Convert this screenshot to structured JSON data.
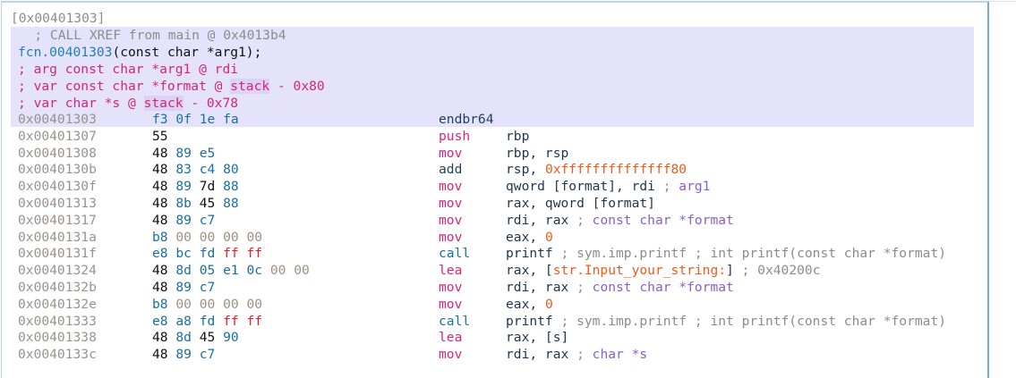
{
  "header": {
    "label": "[0x00401303]"
  },
  "function_header": {
    "xref": "   ; CALL XREF from main @ 0x4013b4",
    "name": "fcn.00401303",
    "signature": "(const char *arg1);",
    "args": [
      {
        "parts": [
          "; arg const char *arg1 @ rdi"
        ]
      },
      {
        "parts": [
          "; var const char *format @ ",
          "stack",
          " - 0x80"
        ]
      },
      {
        "parts": [
          "; var char *s @ ",
          "stack",
          " - 0x78"
        ]
      }
    ]
  },
  "colors": {
    "highlight": "#e4e3fb",
    "mnemonic_move": "#e0207a",
    "mnemonic_call": "#1a6ea0",
    "number": "#f05a18",
    "comment": "#8c8c8c",
    "comment_type": "#8b5fc9",
    "byte_ff": "#ee1c24"
  },
  "instructions": [
    {
      "addr": "0x00401303",
      "bytes": "f3 0f 1e fa",
      "mnemonic": "endbr64",
      "mclass": "navy",
      "operands": [],
      "highlighted": true
    },
    {
      "addr": "0x00401307",
      "bytes": "55",
      "mnemonic": "push",
      "mclass": "pink",
      "operands": [
        [
          "reg",
          "rbp"
        ]
      ]
    },
    {
      "addr": "0x00401308",
      "bytes": "48 89 e5",
      "mnemonic": "mov",
      "mclass": "pink",
      "operands": [
        [
          "reg",
          "rbp, rsp"
        ]
      ]
    },
    {
      "addr": "0x0040130b",
      "bytes": "48 83 c4 80",
      "mnemonic": "add",
      "mclass": "navy",
      "operands": [
        [
          "reg",
          "rsp, "
        ],
        [
          "num",
          "0xffffffffffffff80"
        ]
      ]
    },
    {
      "addr": "0x0040130f",
      "bytes": "48 89 7d 88",
      "mnemonic": "mov",
      "mclass": "pink",
      "operands": [
        [
          "reg",
          "qword [format], rdi"
        ],
        [
          "cmt",
          " ; "
        ],
        [
          "type",
          "arg1"
        ]
      ]
    },
    {
      "addr": "0x00401313",
      "bytes": "48 8b 45 88",
      "mnemonic": "mov",
      "mclass": "pink",
      "operands": [
        [
          "reg",
          "rax, qword [format]"
        ]
      ]
    },
    {
      "addr": "0x00401317",
      "bytes": "48 89 c7",
      "mnemonic": "mov",
      "mclass": "pink",
      "operands": [
        [
          "reg",
          "rdi, rax"
        ],
        [
          "cmt",
          " ; "
        ],
        [
          "type",
          "const char *format"
        ]
      ]
    },
    {
      "addr": "0x0040131a",
      "bytes": "b8 00 00 00 00",
      "mnemonic": "mov",
      "mclass": "pink",
      "operands": [
        [
          "reg",
          "eax, "
        ],
        [
          "num",
          "0"
        ]
      ]
    },
    {
      "addr": "0x0040131f",
      "bytes": "e8 bc fd ff ff",
      "mnemonic": "call",
      "mclass": "blue",
      "operands": [
        [
          "reg",
          "printf"
        ],
        [
          "cmt",
          " ; sym.imp.printf ; int printf(const char *format)"
        ]
      ]
    },
    {
      "addr": "0x00401324",
      "bytes": "48 8d 05 e1 0c 00 00",
      "mnemonic": "lea",
      "mclass": "pink",
      "operands": [
        [
          "reg",
          "rax, ["
        ],
        [
          "str",
          "str.Input_your_string:"
        ],
        [
          "reg",
          "]"
        ],
        [
          "cmt",
          " ; 0x40200c"
        ]
      ]
    },
    {
      "addr": "0x0040132b",
      "bytes": "48 89 c7",
      "mnemonic": "mov",
      "mclass": "pink",
      "operands": [
        [
          "reg",
          "rdi, rax"
        ],
        [
          "cmt",
          " ; "
        ],
        [
          "type",
          "const char *format"
        ]
      ]
    },
    {
      "addr": "0x0040132e",
      "bytes": "b8 00 00 00 00",
      "mnemonic": "mov",
      "mclass": "pink",
      "operands": [
        [
          "reg",
          "eax, "
        ],
        [
          "num",
          "0"
        ]
      ]
    },
    {
      "addr": "0x00401333",
      "bytes": "e8 a8 fd ff ff",
      "mnemonic": "call",
      "mclass": "blue",
      "operands": [
        [
          "reg",
          "printf"
        ],
        [
          "cmt",
          " ; sym.imp.printf ; int printf(const char *format)"
        ]
      ]
    },
    {
      "addr": "0x00401338",
      "bytes": "48 8d 45 90",
      "mnemonic": "lea",
      "mclass": "pink",
      "operands": [
        [
          "reg",
          "rax, [s]"
        ]
      ]
    },
    {
      "addr": "0x0040133c",
      "bytes": "48 89 c7",
      "mnemonic": "mov",
      "mclass": "pink",
      "operands": [
        [
          "reg",
          "rdi, rax"
        ],
        [
          "cmt",
          " ; "
        ],
        [
          "type",
          "char *s"
        ]
      ]
    }
  ]
}
